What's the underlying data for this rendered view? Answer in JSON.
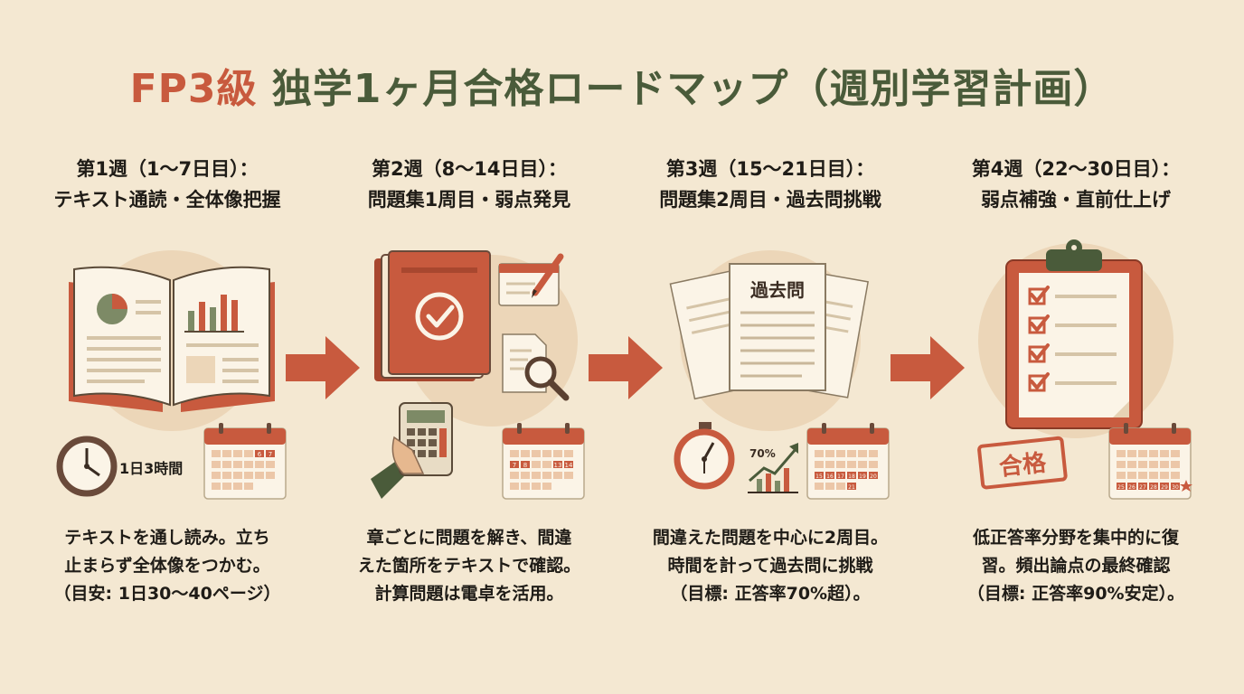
{
  "title": {
    "accent": "FP3級",
    "rest": " 独学1ヶ月合格ロードマップ（週別学習計画）"
  },
  "weeks": [
    {
      "heading_line1": "第1週（1〜7日目）：",
      "heading_line2": "テキスト通読・全体像把握",
      "illus_label": "1日3時間",
      "cal_marks": [
        "6",
        "7"
      ],
      "desc_lines": [
        "テキストを通し読み。立ち",
        "止まらず全体像をつかむ。",
        "（目安: 1日30〜40ページ）"
      ]
    },
    {
      "heading_line1": "第2週（8〜14日目）：",
      "heading_line2": "問題集1周目・弱点発見",
      "cal_marks": [
        "7",
        "8",
        "13",
        "14"
      ],
      "desc_lines": [
        "章ごとに問題を解き、間違",
        "えた箇所をテキストで確認。",
        "計算問題は電卓を活用。"
      ]
    },
    {
      "heading_line1": "第3週（15〜21日目）：",
      "heading_line2": "問題集2周目・過去問挑戦",
      "illus_label": "過去問",
      "chart_label": "70%",
      "cal_marks": [
        "15",
        "16",
        "17",
        "18",
        "19",
        "20",
        "21"
      ],
      "desc_lines": [
        "間違えた問題を中心に2周目。",
        "時間を計って過去問に挑戦",
        "（目標: 正答率70%超）。"
      ]
    },
    {
      "heading_line1": "第4週（22〜30日目）：",
      "heading_line2": "弱点補強・直前仕上げ",
      "stamp_label": "合格",
      "cal_marks": [
        "25",
        "26",
        "27",
        "28",
        "29",
        "30"
      ],
      "desc_lines": [
        "低正答率分野を集中的に復",
        "習。頻出論点の最終確認",
        "（目標: 正答率90%安定）。"
      ]
    }
  ],
  "colors": {
    "accent": "#c85a3e",
    "green": "#4a5b3a",
    "background": "#f4e8d2",
    "circle": "#ecd6b8"
  },
  "icons": [
    "open-book-icon",
    "clock-icon",
    "calendar-icon",
    "workbook-check-icon",
    "pencil-note-icon",
    "magnifier-doc-icon",
    "calculator-icon",
    "exam-papers-icon",
    "stopwatch-icon",
    "rising-chart-icon",
    "clipboard-checklist-icon",
    "pass-stamp-icon",
    "arrow-right-icon"
  ]
}
